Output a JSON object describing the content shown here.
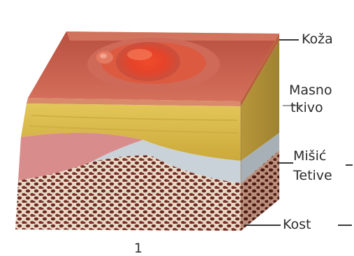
{
  "labels": {
    "koza": "Koža",
    "masno_line1": "Masno",
    "masno_line2": "tkivo",
    "misic_line1": "Mišić",
    "misic_line2": "Tetive",
    "kost": "Kost"
  },
  "figure_number": "1",
  "colors": {
    "skin_surface": "#c85a4a",
    "wound_center": "#e5442a",
    "fat_layer": "#d6b848",
    "muscle_layer": "#d98c8c",
    "tendon_layer": "#c9d2d8",
    "bone_dots": "#6b2a22",
    "bone_base": "#e9d8c6"
  }
}
